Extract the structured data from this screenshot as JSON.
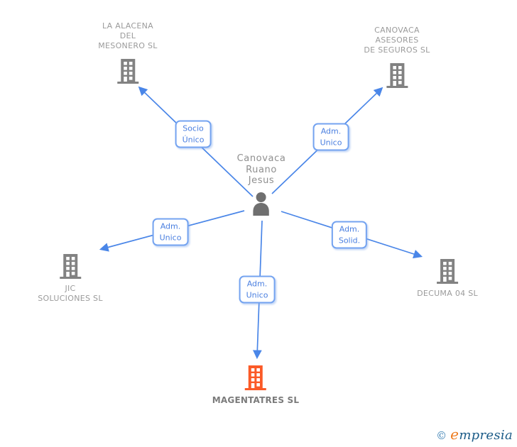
{
  "person": {
    "name_lines": [
      "Canovaca",
      "Ruano",
      "Jesus"
    ]
  },
  "companies": {
    "alacena": {
      "lines": [
        "LA ALACENA",
        "DEL",
        "MESONERO SL"
      ]
    },
    "asesores": {
      "lines": [
        "CANOVACA",
        "ASESORES",
        "DE SEGUROS SL"
      ]
    },
    "jic": {
      "lines": [
        "JIC",
        "SOLUCIONES SL"
      ]
    },
    "decuma": {
      "lines": [
        "DECUMA 04 SL"
      ]
    },
    "magentatres": {
      "lines": [
        "MAGENTATRES SL"
      ]
    }
  },
  "relations": {
    "socio_unico": {
      "lines": [
        "Socio",
        "Único"
      ]
    },
    "adm_unico_top": {
      "lines": [
        "Adm.",
        "Unico"
      ]
    },
    "adm_unico_left": {
      "lines": [
        "Adm.",
        "Unico"
      ]
    },
    "adm_solid": {
      "lines": [
        "Adm.",
        "Solid."
      ]
    },
    "adm_unico_bottom": {
      "lines": [
        "Adm.",
        "Unico"
      ]
    }
  },
  "footer": {
    "copyright": "©",
    "brand_lead": "e",
    "brand_rest": "mpresia"
  },
  "colors": {
    "edge_blue": "#4a86e8",
    "label_border": "#74a3f0",
    "label_text": "#4a7fe0",
    "building_gray": "#828282",
    "person_gray": "#6f6f6f",
    "company_text_gray": "#9b9b9b",
    "highlight_orange": "#fb5a27",
    "logo_orange": "#ee7c1f",
    "logo_blue": "#1c5c88"
  }
}
